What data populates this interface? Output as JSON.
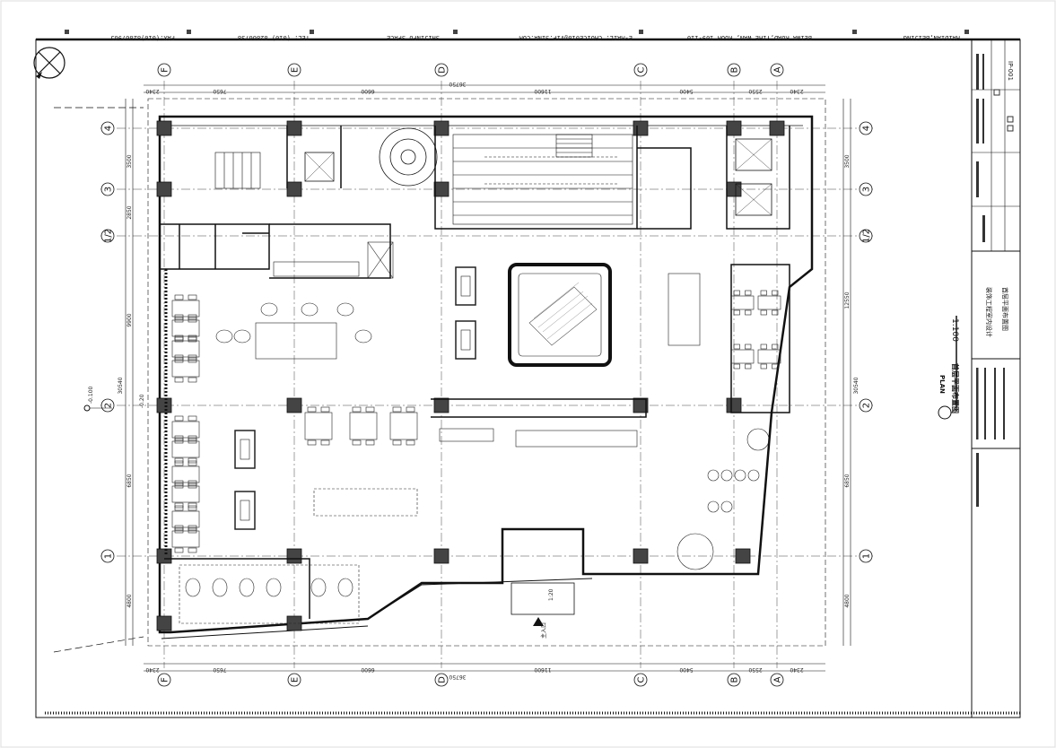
{
  "header": {
    "address": "HAIDIAN,BEIJING",
    "street": "BEIWA ROAD,YIHE WAN, ROOM 109-110",
    "email": "E-MAIL: CHOICE018@VIP.SINA.COM",
    "company": "SHIJINFU SPACE",
    "tel": "TEL: (010) 82866738",
    "fax": "FAX:(010)82867965"
  },
  "title_block": {
    "drawing_no": "IP-001",
    "project": "装饰工程室内设计",
    "drawing_name": "首层平面布置图",
    "plan_label": "PLAN",
    "plan_title": "首层平面布置图",
    "scale": "1:100"
  },
  "grid": {
    "columns": [
      "F",
      "E",
      "D",
      "C",
      "B",
      "A"
    ],
    "rows": [
      "4",
      "3",
      "1/2",
      "2",
      "1"
    ],
    "top_dims": [
      "2340",
      "7650",
      "6600",
      "11600",
      "5400",
      "2550",
      "2340"
    ],
    "top_total": "36750",
    "side_dims": [
      "3500",
      "2850",
      "9900",
      "6850",
      "4800"
    ],
    "side_total": "30540",
    "right_dims": [
      "3500",
      "12550",
      "6850",
      "4800"
    ],
    "right_total": "30540"
  },
  "labels": {
    "elevation": "-0.100",
    "level": "-0.20",
    "entrance": "主入口",
    "section_mark": "1:20"
  },
  "colors": {
    "line": "#111111",
    "hatch": "#555555",
    "border": "#222222"
  }
}
